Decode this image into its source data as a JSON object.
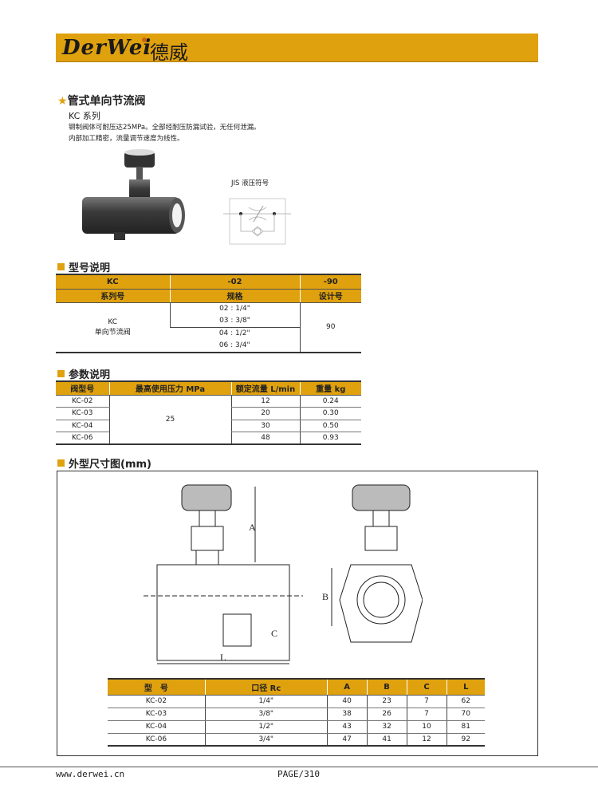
{
  "header": {
    "logo_text": "DerWei",
    "logo_cn": "德威"
  },
  "product": {
    "title": "管式单向节流阀",
    "series": "KC 系列",
    "desc1": "钢制阀体可耐压达25MPa。全部经耐压防漏试验，无任何泄漏。",
    "desc2": "内部加工精密，流量调节速度为线性。",
    "symbol_label": "JIS 液压符号"
  },
  "model": {
    "title": "型号说明",
    "codes": [
      "KC",
      "-02",
      "-90"
    ],
    "labels": [
      "系列号",
      "规格",
      "设计号"
    ],
    "series_name": [
      "KC",
      "单向节流阀"
    ],
    "sizes": [
      "02 : 1/4\"",
      "03 : 3/8\"",
      "04 : 1/2\"",
      "06 : 3/4\""
    ],
    "design": "90"
  },
  "params": {
    "title": "参数说明",
    "headers": [
      "阀型号",
      "最高使用压力 MPa",
      "额定流量  L/min",
      "重量  kg"
    ],
    "pressure": "25",
    "rows": [
      [
        "KC-02",
        "12",
        "0.24"
      ],
      [
        "KC-03",
        "20",
        "0.30"
      ],
      [
        "KC-04",
        "30",
        "0.50"
      ],
      [
        "KC-06",
        "48",
        "0.93"
      ]
    ]
  },
  "dims": {
    "title": "外型尺寸图(mm)",
    "labels": {
      "A": "A",
      "B": "B",
      "C": "C",
      "L": "L"
    },
    "headers": [
      "型　号",
      "口径 Rc",
      "A",
      "B",
      "C",
      "L"
    ],
    "rows": [
      [
        "KC-02",
        "1/4\"",
        "40",
        "23",
        "7",
        "62"
      ],
      [
        "KC-03",
        "3/8\"",
        "38",
        "26",
        "7",
        "70"
      ],
      [
        "KC-04",
        "1/2\"",
        "43",
        "32",
        "10",
        "81"
      ],
      [
        "KC-06",
        "3/4\"",
        "47",
        "41",
        "12",
        "92"
      ]
    ]
  },
  "footer": {
    "url": "www.derwei.cn",
    "page": "PAGE/310"
  }
}
